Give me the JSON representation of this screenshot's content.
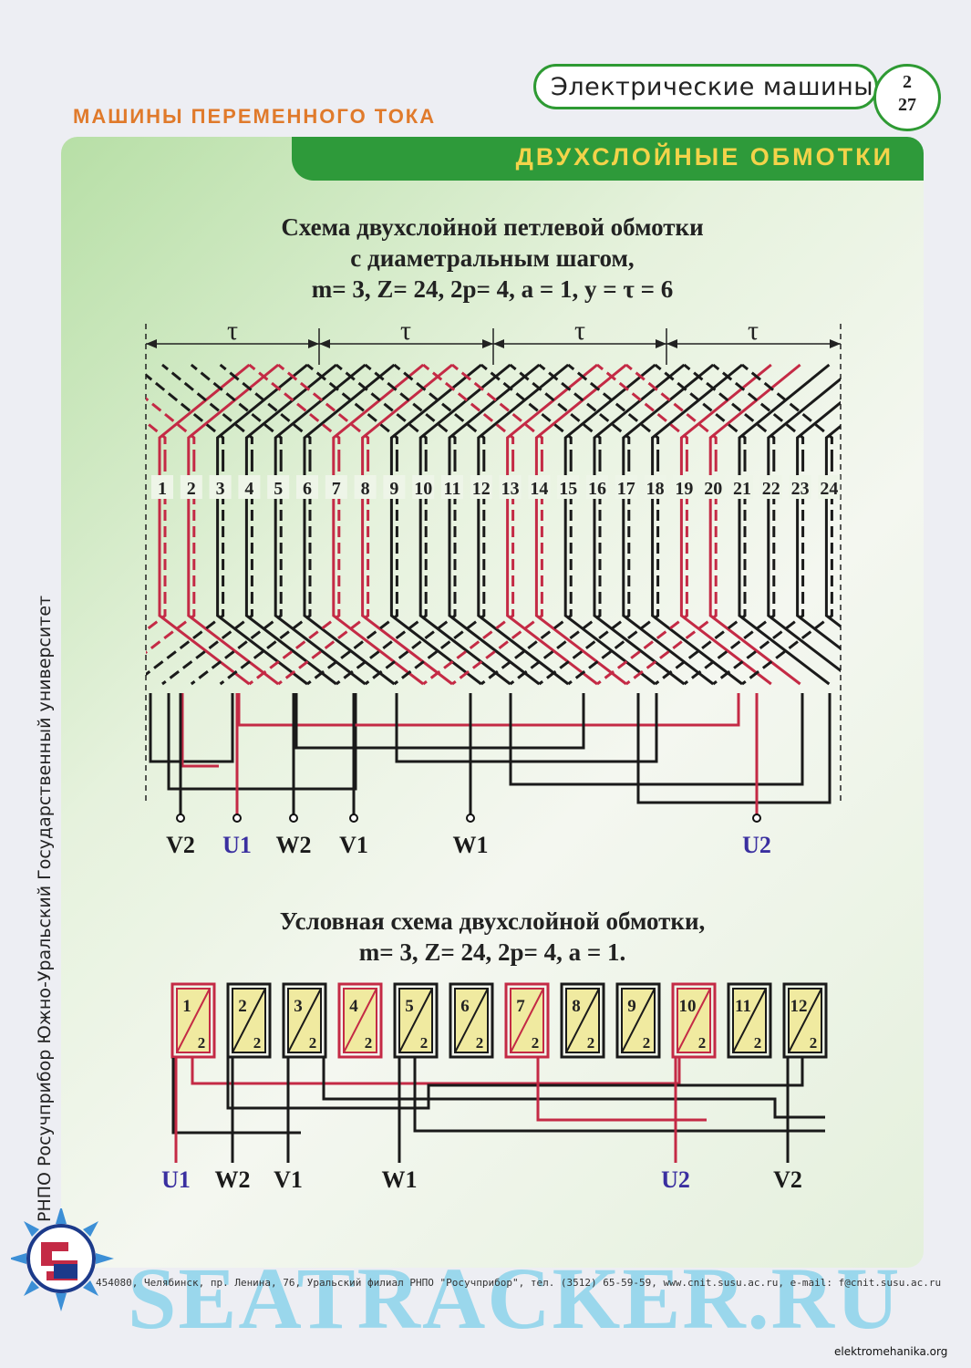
{
  "header": {
    "title": "Электрические машины",
    "page_top": "2",
    "page_bottom": "27"
  },
  "section_title": "МАШИНЫ ПЕРЕМЕННОГО ТОКА",
  "banner_title": "ДВУХСЛОЙНЫЕ ОБМОТКИ",
  "diagram1": {
    "heading_lines": [
      "Схема двухслойной петлевой обмотки",
      "с диаметральным шагом,",
      "m= 3,  Z= 24,  2p= 4, a = 1,  y = τ = 6"
    ],
    "tau": "τ",
    "slots": [
      "1",
      "2",
      "3",
      "4",
      "5",
      "6",
      "7",
      "8",
      "9",
      "10",
      "11",
      "12",
      "13",
      "14",
      "15",
      "16",
      "17",
      "18",
      "19",
      "20",
      "21",
      "22",
      "23",
      "24"
    ],
    "terminals": [
      "V2",
      "U1",
      "W2",
      "V1",
      "W1",
      "U2"
    ]
  },
  "diagram2": {
    "heading_lines": [
      "Условная схема двухслойной обмотки,",
      "m= 3,  Z= 24,  2p= 4, a = 1."
    ],
    "groups": [
      "1",
      "2",
      "3",
      "4",
      "5",
      "6",
      "7",
      "8",
      "9",
      "10",
      "11",
      "12"
    ],
    "group_sub": "2",
    "terminals": [
      "U1",
      "W2",
      "V1",
      "W1",
      "U2",
      "V2"
    ]
  },
  "side_text": "РНПО Росучприбор     Южно-Уральский Государственный университет",
  "address": "454080, Челябинск, пр. Ленина, 76, Уральский филиал РНПО \"Росучприбор\", тел. (3512) 65-59-59, www.cnit.susu.ac.ru, e-mail: f@cnit.susu.ac.ru",
  "watermark": "SEATRACKER.RU",
  "site": "elektromehanika.org",
  "colors": {
    "red": "#c42a45",
    "black": "#1a1a1a",
    "green": "#2e9a3a",
    "yellow": "#f0eaa0",
    "blue": "#3a2fa0",
    "accent_orange": "#e07a2b"
  }
}
